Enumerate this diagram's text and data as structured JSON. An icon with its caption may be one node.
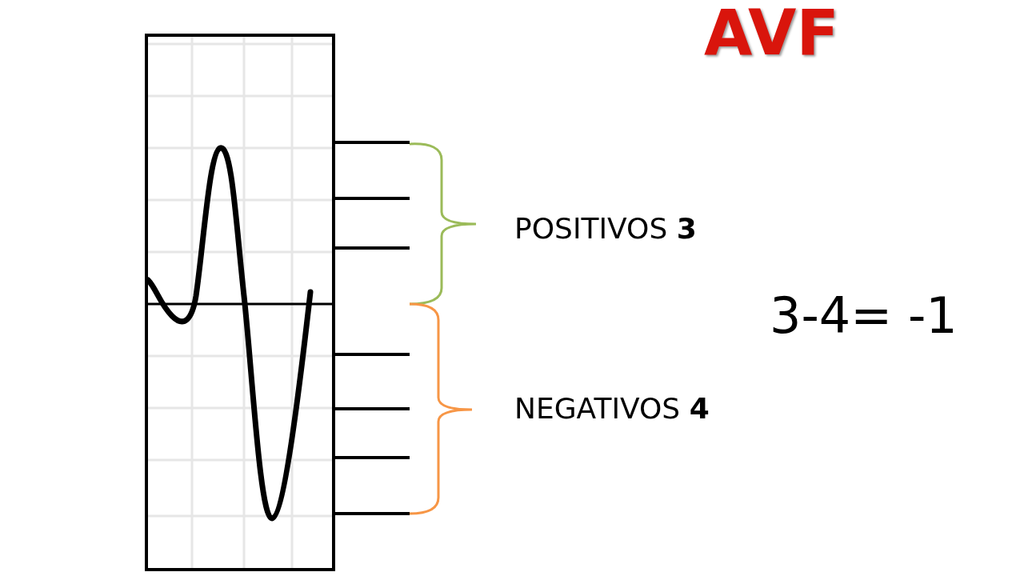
{
  "diagram": {
    "title": "AVF",
    "labels": [
      "POSITIVOS **3**",
      "NEGATIVOS **4**",
      "3-4= -1"
    ]
  }
}
